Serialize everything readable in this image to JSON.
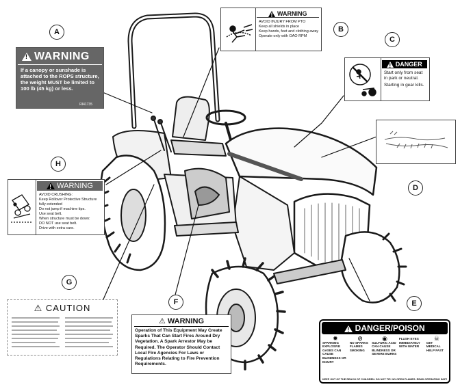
{
  "callouts": {
    "a": "A",
    "b": "B",
    "c": "C",
    "d": "D",
    "e": "E",
    "f": "F",
    "g": "G",
    "h": "H"
  },
  "label_a": {
    "heading": "WARNING",
    "text": "If a canopy or sunshade is attached to the ROPS structure, the weight MUST be limited to 100 lb (45 kg) or less.",
    "part_no": "RI41735"
  },
  "label_b": {
    "heading": "WARNING",
    "line1": "AVOID INJURY FROM PTO",
    "bullets": [
      "Keep all shields in place",
      "Keep hands, feet and clothing away",
      "Operate only with OAO RPM"
    ]
  },
  "label_c": {
    "heading": "DANGER",
    "line1": "Start only from seat in park or neutral.",
    "line2": "Starting in gear kills."
  },
  "label_h": {
    "heading": "WARNING",
    "line1": "AVOID CRUSHING:",
    "bullets": [
      "Keep Rollover Protective Structure fully extended",
      "Do not jump if machine tips.",
      "Use seat belt."
    ],
    "line2": "When structure must be down:",
    "bullets2": [
      "DO NOT use seat belt.",
      "Drive with extra care."
    ]
  },
  "label_g": {
    "heading": "CAUTION"
  },
  "label_f": {
    "heading": "WARNING",
    "text": "Operation of This Equipment May Create Sparks That Can Start Fires Around Dry Vegetation. A Spark Arrestor May be Required. The Operator Should Contact Local Fire Agencies For Laws or Regulations Relating to Fire Prevention Requirements."
  },
  "label_e": {
    "heading": "DANGER/POISON",
    "col1": "SPARKING EXPLOSIVE GASES CAN CAUSE BLINDNESS OR INJURY",
    "col2": "NO SPARKS FLAMES SMOKING",
    "col3": "SULFURIC ACID CAN CAUSE BLINDNESS OR SEVERE BURNS",
    "col4": "FLUSH EYES IMMEDIATELY WITH WATER",
    "col5": "GET MEDICAL HELP FAST",
    "footer": "KEEP OUT OF THE REACH OF CHILDREN. DO NOT TIP. NO OPEN FLAMES. READ OPERATING INSTRUCTIONS."
  }
}
